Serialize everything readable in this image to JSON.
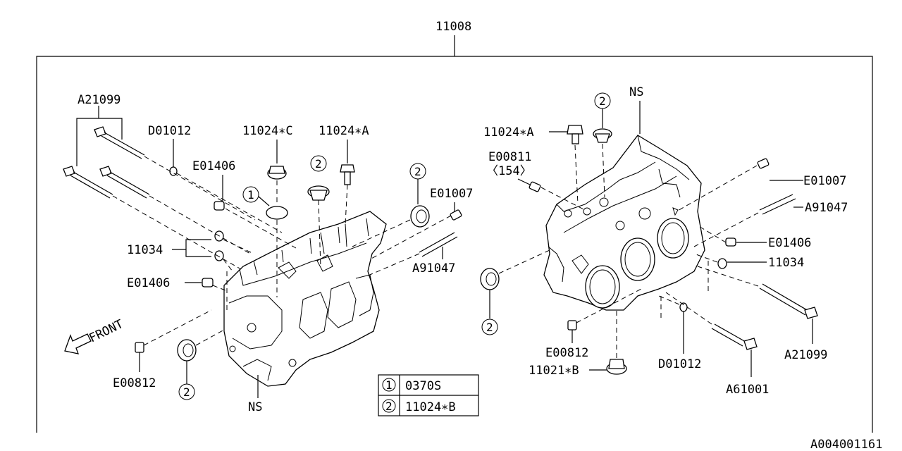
{
  "assembly_number": "11008",
  "labels": {
    "left_a21099": "A21099",
    "left_d01012": "D01012",
    "left_11024c": "11024∗C",
    "left_11024a": "11024∗A",
    "left_e01406_top": "E01406",
    "left_e01007": "E01007",
    "left_a91047": "A91047",
    "left_11034": "11034",
    "left_e01406_bottom": "E01406",
    "left_e00812": "E00812",
    "left_ns": "NS",
    "front": "FRONT",
    "right_ns": "NS",
    "right_11024a": "11024∗A",
    "right_e00811": "E00811",
    "right_e00811_qty": "〈154〉",
    "right_e01007": "E01007",
    "right_a91047": "A91047",
    "right_e01406": "E01406",
    "right_11034": "11034",
    "right_a21099": "A21099",
    "right_d01012": "D01012",
    "right_e00812": "E00812",
    "right_11021b": "11021∗B",
    "right_a61001": "A61001"
  },
  "callouts": {
    "one": "1",
    "two": "2"
  },
  "legend": [
    {
      "key": "1",
      "value": "0370S"
    },
    {
      "key": "2",
      "value": "11024∗B"
    }
  ],
  "diagram_id": "A004001161"
}
